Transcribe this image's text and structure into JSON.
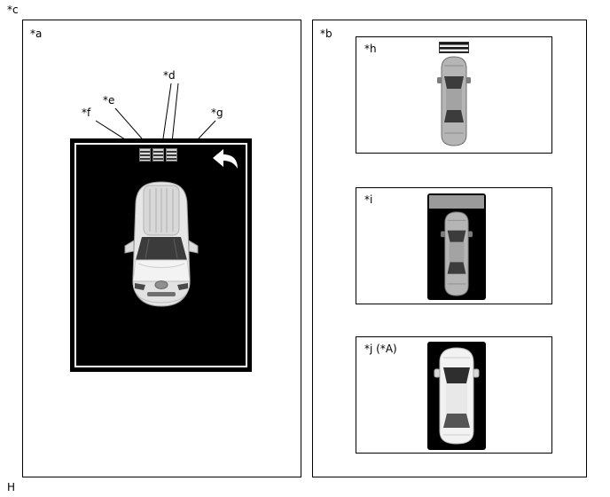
{
  "page": {
    "corner_label": "*c",
    "footer_label": "H"
  },
  "panel_a": {
    "label": "*a",
    "callouts": {
      "d": "*d",
      "e": "*e",
      "f": "*f",
      "g": "*g"
    }
  },
  "panel_b": {
    "label": "*b",
    "boxes": [
      {
        "label": "*h"
      },
      {
        "label": "*i"
      },
      {
        "label": "*j (*A)"
      }
    ]
  },
  "icons": {
    "return_arrow": "curved left return arrow",
    "sensor_strip": "striped roof sensor blocks",
    "car_front_view": "car viewed from front above on camera display",
    "car_top_view": "car viewed from directly above",
    "striped_marker": "striped marker band ahead of car"
  },
  "colors": {
    "background": "#ffffff",
    "line": "#000000",
    "camera_panel_bg": "#000000",
    "camera_panel_inner_border": "#ffffff",
    "road_strip_bg": "#000000",
    "road_band": "#9a9a9a",
    "car_gray": "#b5b5b5",
    "car_light": "#f2f2f2"
  }
}
